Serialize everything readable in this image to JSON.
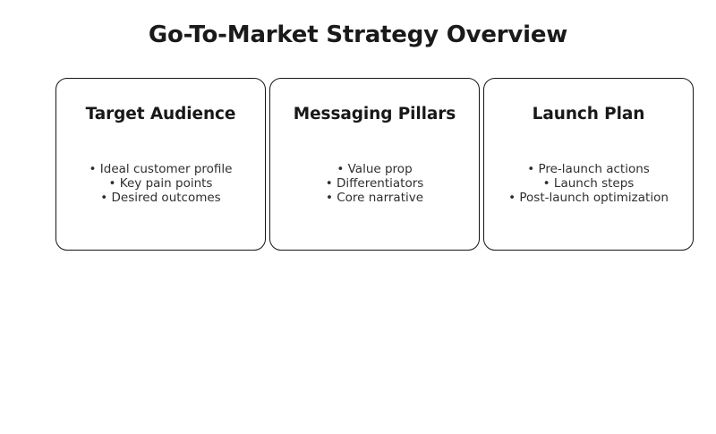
{
  "page": {
    "title": "Go-To-Market Strategy Overview",
    "background_color": "#ffffff",
    "title_color": "#1a1a1a",
    "card_border_color": "#151515",
    "card_fill_color": "#ffffff",
    "header_color": "#181818",
    "bullet_text_color": "#2f2f2f",
    "bullet_glyph": "•"
  },
  "cards": [
    {
      "header": "Target Audience",
      "bullets": [
        "Ideal customer profile",
        "Key pain points",
        "Desired outcomes"
      ]
    },
    {
      "header": "Messaging Pillars",
      "bullets": [
        "Value prop",
        "Differentiators",
        "Core narrative"
      ]
    },
    {
      "header": "Launch Plan",
      "bullets": [
        "Pre-launch actions",
        "Launch steps",
        "Post-launch optimization"
      ]
    }
  ]
}
